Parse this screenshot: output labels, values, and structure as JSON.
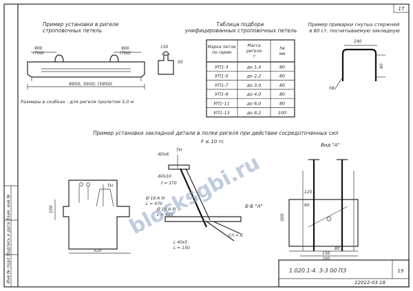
{
  "sheet": {
    "number": "17",
    "sheet_no": "19",
    "drawing_code": "1.020.1-4.  3-3  00 ПЗ",
    "archive_code": "22022-03  18",
    "left_stamp": "Инв № подл   Подпись и дата   Взам. инв №"
  },
  "detail_a": {
    "title": "Пример установки в ригеле\nстроповочных петель",
    "dim_left": "900\n(700)",
    "dim_right": "900\n(700)",
    "dim_span": "8950; 5950; (5950)",
    "note": "Размеры в скобках - для ригеля пролетом 3,0 м",
    "small_dim_1": "150",
    "small_dim_2": "50"
  },
  "table": {
    "title": "Таблица подбора\nунифицированных строповочных петель",
    "headers": [
      "Марка петли по серии",
      "Масса ригеля т",
      "hв мм"
    ],
    "rows": [
      [
        "УП1-3",
        "до 1,4",
        "80"
      ],
      [
        "УП1-5",
        "до 2,2",
        "80"
      ],
      [
        "УП1-7",
        "до 3,0",
        "80"
      ],
      [
        "УП1-9",
        "до 4,0",
        "80"
      ],
      [
        "УП1-11",
        "до 6,0",
        "80"
      ],
      [
        "УП1-13",
        "до 8,2",
        "100"
      ]
    ]
  },
  "detail_c": {
    "title": "Пример приварки гнутых стержней\nв 60 ст. посчитываемую закладную",
    "dim_top": "240",
    "dim_right": "80",
    "dim_diag": "h8"
  },
  "detail_b": {
    "title": "Пример установки закладной детали в полке ригеля при действии сосредоточенных сил",
    "force_note": "F ≤ 10 тс",
    "view_label": "Вид \"А\"",
    "view_label_b": "Б-Б \"А\"",
    "labels": {
      "plate_1": "-60х6",
      "plate_2": "-60х10",
      "bar_1": "Ø 16 А III",
      "bar_1_len": "L = 470",
      "bar_2": "Ø 16 А III",
      "bar_2_len": "L = 430",
      "angle": "L 40х5",
      "angle_len": "L = 150",
      "weld": "Сп = 6",
      "force": "ТН",
      "dim_h": "100",
      "dim_w": "320",
      "dim_300": "300",
      "dim_80": "80",
      "dim_125": "125",
      "dim_60": "60",
      "dim_150": "150",
      "dim_200": "200"
    }
  },
  "watermark": "blocksgbi.ru"
}
